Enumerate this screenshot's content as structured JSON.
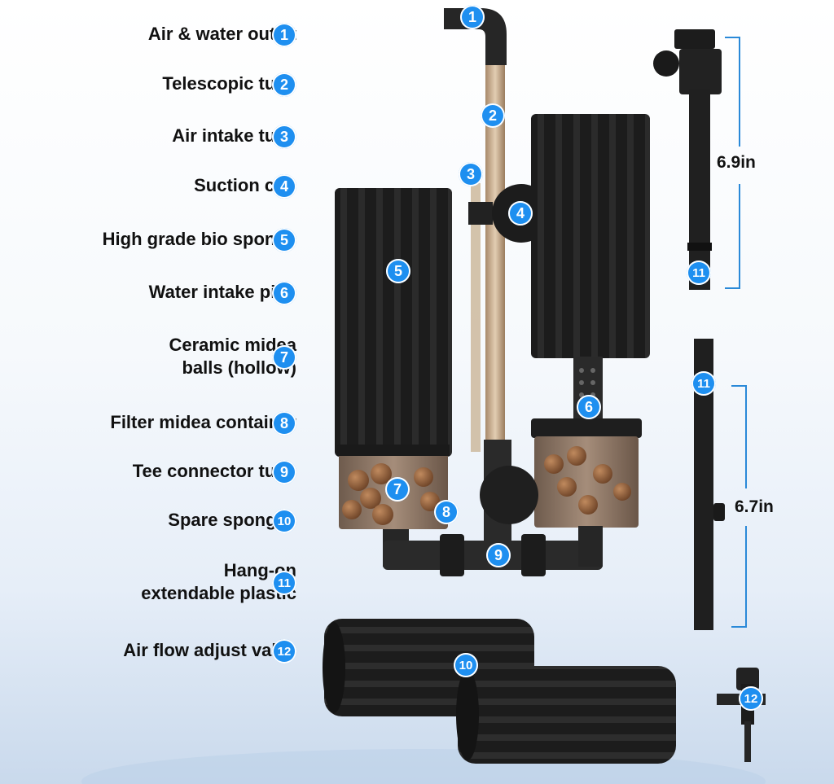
{
  "labels": [
    {
      "num": "1",
      "text": "Air & water outlet"
    },
    {
      "num": "2",
      "text": "Telescopic tube"
    },
    {
      "num": "3",
      "text": "Air intake tube"
    },
    {
      "num": "4",
      "text": "Suction cup"
    },
    {
      "num": "5",
      "text": "High grade bio sponge"
    },
    {
      "num": "6",
      "text": "Water intake pipe"
    },
    {
      "num": "7",
      "text": "Ceramic midea\nballs (hollow)"
    },
    {
      "num": "8",
      "text": "Filter midea container"
    },
    {
      "num": "9",
      "text": "Tee connector tube"
    },
    {
      "num": "10",
      "text": "Spare sponges"
    },
    {
      "num": "11",
      "text": "Hang-on\nextendable plastic"
    },
    {
      "num": "12",
      "text": "Air flow adjust valve"
    }
  ],
  "dimensions": {
    "top_bracket": "6.9in",
    "extension": "6.7in"
  },
  "colors": {
    "badge": "#1e8ff0",
    "sponge": "#1f1f1f",
    "pipe": "#2a2a2a",
    "tube": "#c9ab86",
    "media": "#9a6a4a"
  }
}
